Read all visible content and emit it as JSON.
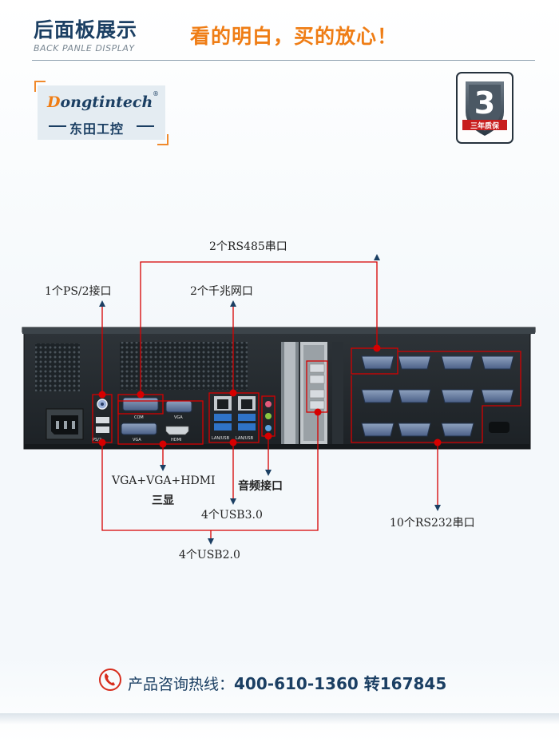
{
  "header": {
    "title": "后面板展示",
    "subtitle": "BACK PANLE DISPLAY",
    "slogan": "看的明白，买的放心！"
  },
  "logo": {
    "brand_first": "D",
    "brand_rest": "ongtintech",
    "reg_mark": "®",
    "brand_cn": "东田工控"
  },
  "badge": {
    "number": "3",
    "text": "三年质保"
  },
  "panel_marks": {
    "com": "COM",
    "vga1": "VGA",
    "vga2": "VGA",
    "hdmi": "HDMI",
    "ps2": "PS/2",
    "lanusb1": "LAN/USB",
    "lanusb2": "LAN/USB"
  },
  "labels": {
    "rs485": "2个RS485串口",
    "ps2": "1个PS/2接口",
    "lan": "2个千兆网口",
    "display_line1": "VGA+VGA+HDMI",
    "display_line2": "三显",
    "audio": "音频接口",
    "usb3": "4个USB3.0",
    "usb2": "4个USB2.0",
    "rs232": "10个RS232串口"
  },
  "contact": {
    "label": "产品咨询热线：",
    "phone": "400-610-1360",
    "ext": "转167845"
  },
  "colors": {
    "accent_orange": "#ef7d15",
    "navy": "#1b3f63",
    "callout_red": "#d60000"
  }
}
